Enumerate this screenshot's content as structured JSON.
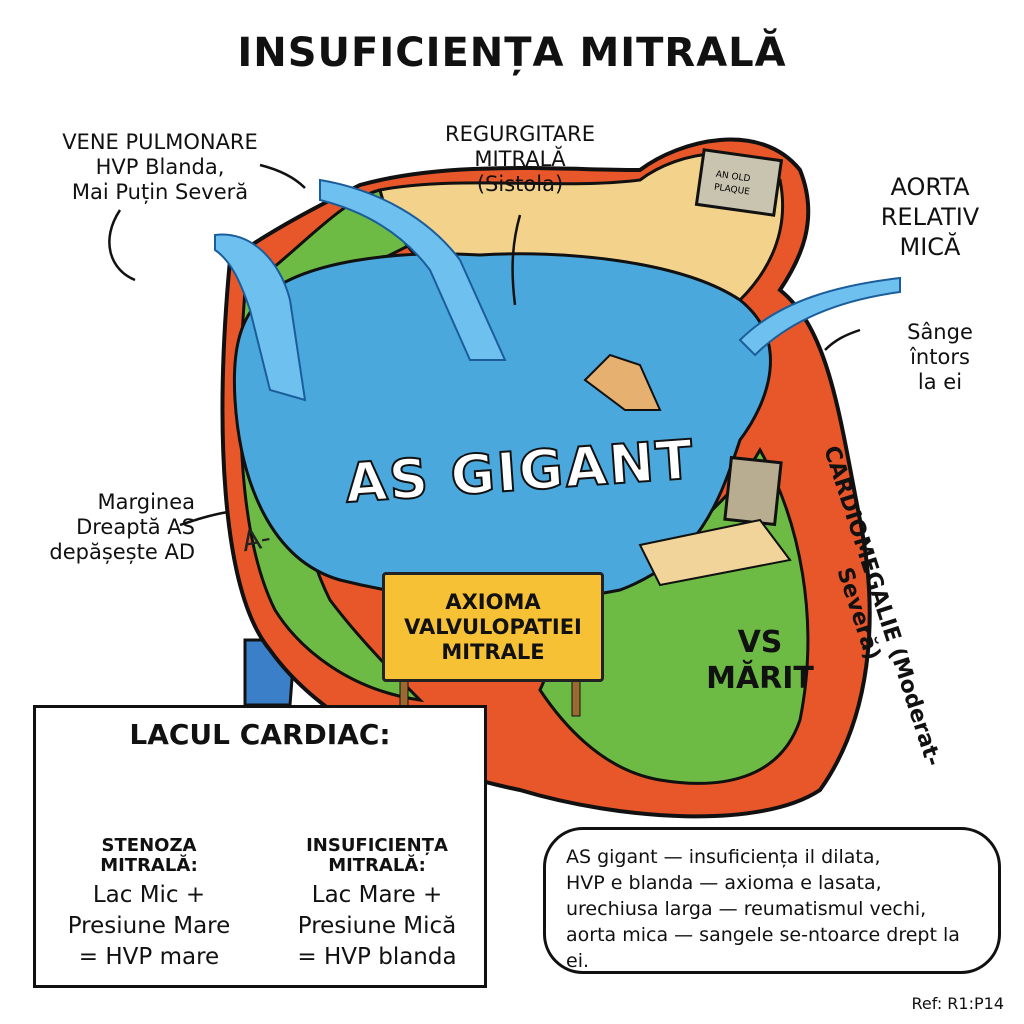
{
  "title": "INSUFICIENȚA MITRALĂ",
  "labels": {
    "vene_pulmonare": [
      "VENE PULMONARE",
      "HVP Blanda,",
      "Mai Puțin Severă"
    ],
    "regurgitare": [
      "REGURGITARE",
      "MITRALĂ",
      "(Sistola)"
    ],
    "aorta": [
      "AORTA",
      "RELATIV",
      "MICĂ"
    ],
    "sange": [
      "Sânge",
      "întors",
      "la ei"
    ],
    "marginea": [
      "Marginea",
      "Dreaptă AS",
      "depășește AD"
    ],
    "as_gigant": "AS GIGANT",
    "a_mark": "A-",
    "sign": [
      "AXIOMA",
      "VALVULOPATIEI",
      "MITRALE"
    ],
    "vs": [
      "VS",
      "MĂRIT"
    ],
    "cardiomegalie": "CARDIOMEGALIE (Moderat-Severă)",
    "plaque": "AN OLD PLAQUE"
  },
  "legend_box": {
    "title": "LACUL CARDIAC:",
    "left": {
      "heading": [
        "STENOZA",
        "MITRALĂ:"
      ],
      "body": [
        "Lac Mic +",
        "Presiune Mare",
        "= HVP mare"
      ]
    },
    "right": {
      "heading": [
        "INSUFICIENȚA",
        "MITRALĂ:"
      ],
      "body": [
        "Lac Mare +",
        "Presiune Mică",
        "= HVP blanda"
      ]
    }
  },
  "bubble": [
    "AS gigant — insuficiența il dilata,",
    "HVP e blanda — axioma e lasata,",
    "urechiusa larga — reumatismul vechi,",
    "aorta mica — sangele se-ntoarce drept la ei."
  ],
  "ref": "Ref: R1:P14",
  "colors": {
    "blood": "#e8572a",
    "lake": "#4aa8dc",
    "green": "#6dbb45",
    "tan": "#f3d28c",
    "sign": "#f7c136"
  }
}
